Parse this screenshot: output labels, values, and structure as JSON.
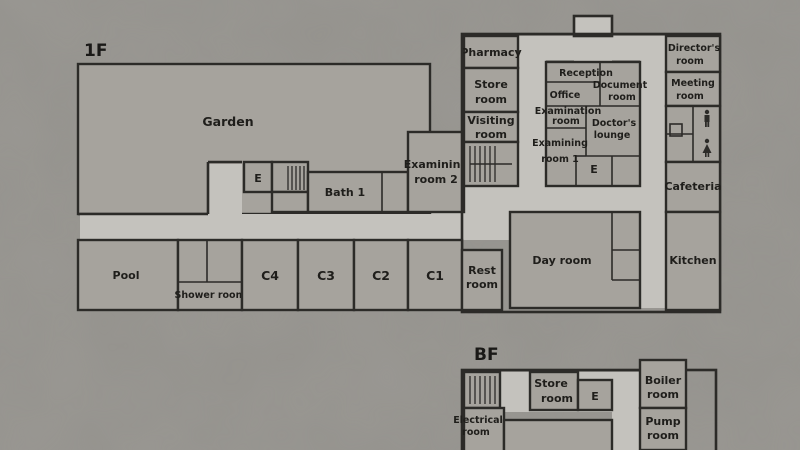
{
  "floors": {
    "first": {
      "label": "1F",
      "rooms": {
        "garden": "Garden",
        "e_upper": "E",
        "bath1": "Bath 1",
        "examining2_a": "Examining",
        "examining2_b": "room 2",
        "pharmacy": "Pharmacy",
        "store_a": "Store",
        "store_b": "room",
        "visiting_a": "Visiting",
        "visiting_b": "room",
        "reception": "Reception",
        "office": "Office",
        "document_a": "Document",
        "document_b": "room",
        "examination_a": "Examination",
        "examination_b": "room",
        "doctors_a": "Doctor's",
        "doctors_b": "lounge",
        "examining1_a": "Examining",
        "examining1_b": "room 1",
        "e_center": "E",
        "directors_a": "Director's",
        "directors_b": "room",
        "meeting_a": "Meeting",
        "meeting_b": "room",
        "cafeteria": "Cafeteria",
        "kitchen": "Kitchen",
        "pool": "Pool",
        "shower": "Shower room",
        "c4": "C4",
        "c3": "C3",
        "c2": "C2",
        "c1": "C1",
        "rest_a": "Rest",
        "rest_b": "room",
        "day_room": "Day room"
      }
    },
    "basement": {
      "label": "BF",
      "rooms": {
        "store_a": "Store",
        "store_b": "room",
        "e": "E",
        "boiler_a": "Boiler",
        "boiler_b": "room",
        "electrical_a": "Electrical",
        "electrical_b": "room",
        "pump_a": "Pump",
        "pump_b": "room"
      }
    }
  },
  "colors": {
    "paper": "#8f8d88",
    "room_fill": "#a6a39d",
    "corridor_fill": "#c4c2bd",
    "ink": "#2c2b28"
  },
  "icons": [
    "male-restroom-icon",
    "female-restroom-icon",
    "stairs-icon"
  ]
}
